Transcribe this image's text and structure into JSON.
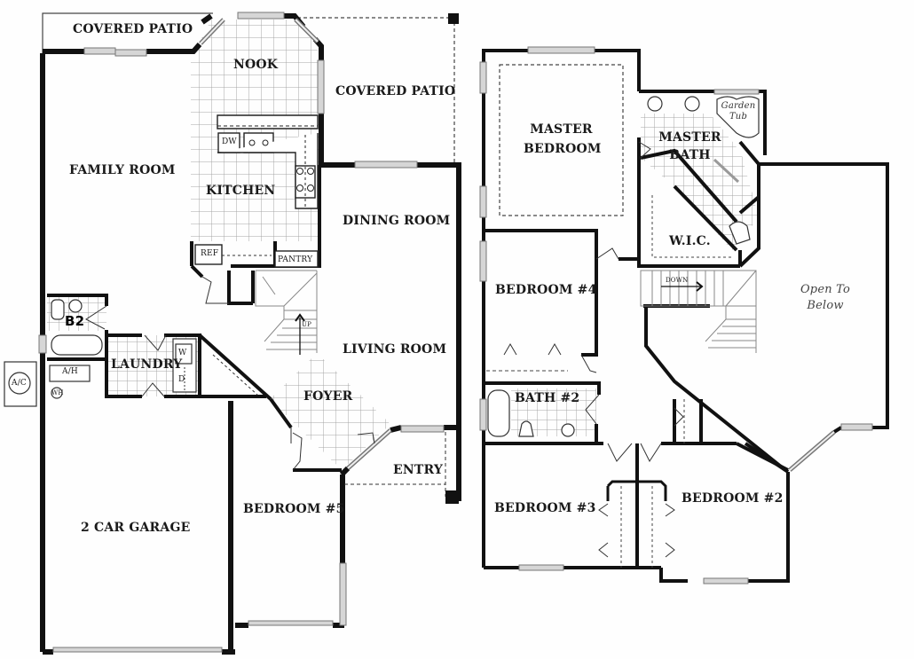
{
  "floor_plan": {
    "first_floor": {
      "rooms": {
        "covered_patio_left": "COVERED PATIO",
        "nook": "NOOK",
        "covered_patio_right": "COVERED PATIO",
        "family_room": "FAMILY ROOM",
        "kitchen": "KITCHEN",
        "dining_room": "DINING ROOM",
        "living_room": "LIVING ROOM",
        "laundry": "LAUNDRY",
        "foyer": "FOYER",
        "entry": "ENTRY",
        "garage": "2 CAR GARAGE",
        "bedroom_5": "BEDROOM #5",
        "bath_b2": "B2"
      },
      "fixtures": {
        "dishwasher": "DW",
        "refrigerator": "REF",
        "pantry": "PANTRY",
        "washer": "W",
        "dryer": "D",
        "air_handler": "A/H",
        "water_heater": "WH",
        "ac_unit": "A/C",
        "stairs_up": "UP"
      }
    },
    "second_floor": {
      "rooms": {
        "master_bedroom_line1": "MASTER",
        "master_bedroom_line2": "BEDROOM",
        "master_bath_line1": "MASTER",
        "master_bath_line2": "BATH",
        "wic": "W.I.C.",
        "bedroom_4": "BEDROOM #4",
        "bath_2": "BATH #2",
        "bedroom_3": "BEDROOM #3",
        "bedroom_2": "BEDROOM #2",
        "open_to_below_line1": "Open To",
        "open_to_below_line2": "Below"
      },
      "fixtures": {
        "garden_tub_line1": "Garden",
        "garden_tub_line2": "Tub",
        "stairs_down": "DOWN"
      }
    },
    "colors": {
      "wall": "#111111",
      "thin_line": "#333333",
      "tile_grid": "#9a9a9a",
      "window": "#bdbdbd",
      "background": "#fefefe"
    }
  }
}
